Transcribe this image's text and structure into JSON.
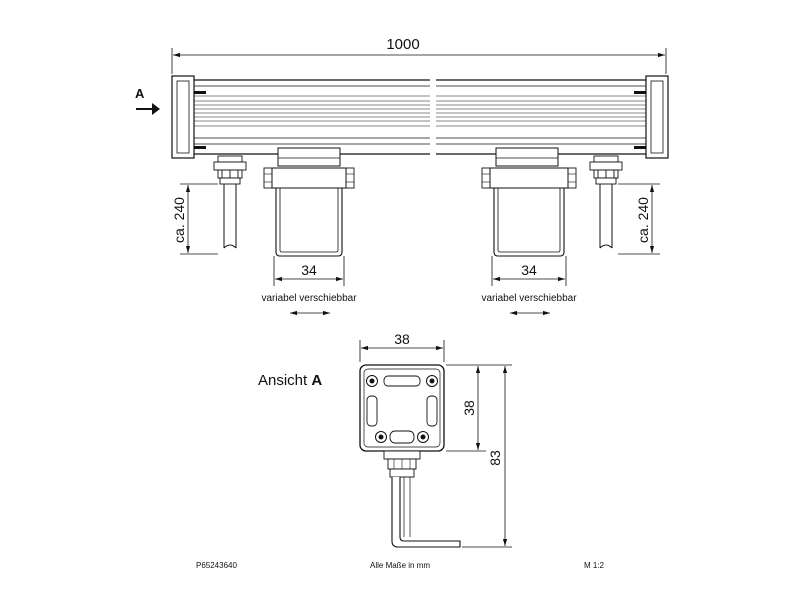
{
  "drawing": {
    "overall_length": "1000",
    "view_marker": "A",
    "cable_length_left": "ca. 240",
    "cable_length_right": "ca. 240",
    "bracket_width_left": "34",
    "bracket_width_right": "34",
    "adjust_note_left": "variabel verschiebbar",
    "adjust_note_right": "variabel verschiebbar",
    "view_title_prefix": "Ansicht",
    "view_title_letter": "A",
    "end_width": "38",
    "end_height": "38",
    "total_height": "83"
  },
  "footer": {
    "part_number": "P65243640",
    "units_note": "Alle Maße in mm",
    "scale": "M 1:2"
  }
}
